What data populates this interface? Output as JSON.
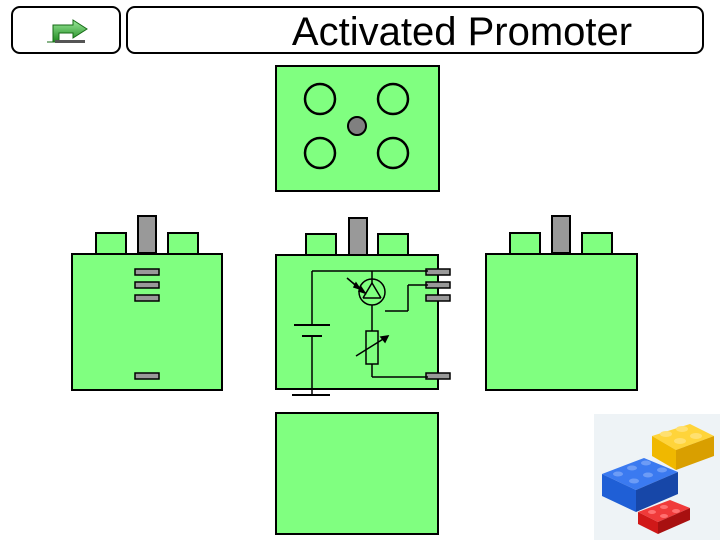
{
  "header": {
    "title": "Activated Promoter",
    "nav_icon": "go-forward-arrow-icon"
  },
  "colors": {
    "block_fill": "#80ff80",
    "pin_gray": "#999999",
    "arrow_green": "#2fb32f",
    "lego_yellow": "#f5c400",
    "lego_blue": "#1f5fd6",
    "lego_red": "#e01b1b"
  },
  "views": [
    "top-view",
    "left-side-view",
    "front-view",
    "right-side-view",
    "bottom-view"
  ],
  "decorative_image": "lego-bricks-photo"
}
